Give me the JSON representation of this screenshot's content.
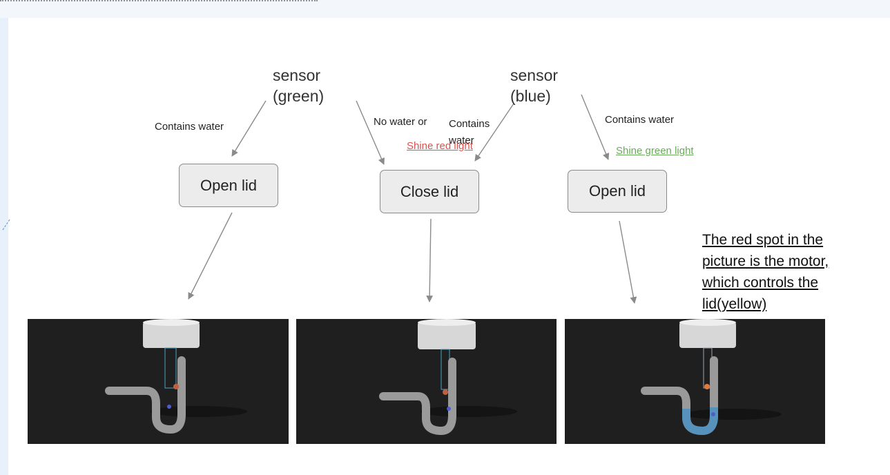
{
  "diagram": {
    "sensor_green": "sensor\n(green)",
    "sensor_blue": "sensor\n(blue)",
    "label_contains_water_left": "Contains water",
    "label_no_water_or": "No water or",
    "label_contains_water_mid": "Contains\nwater",
    "label_contains_water_right": "Contains water",
    "action_shine_red": "Shine red light",
    "action_shine_green": "Shine green light",
    "box_open_lid_left": "Open lid",
    "box_close_lid": "Close lid",
    "box_open_lid_right": "Open lid",
    "note": "The red spot in the picture is the motor, which controls the lid(yellow)"
  },
  "colors": {
    "red_link": "#d9534f",
    "green_link": "#6aaa5a",
    "panel_bg": "#1f1f1f",
    "arrow": "#8a8a8a"
  }
}
